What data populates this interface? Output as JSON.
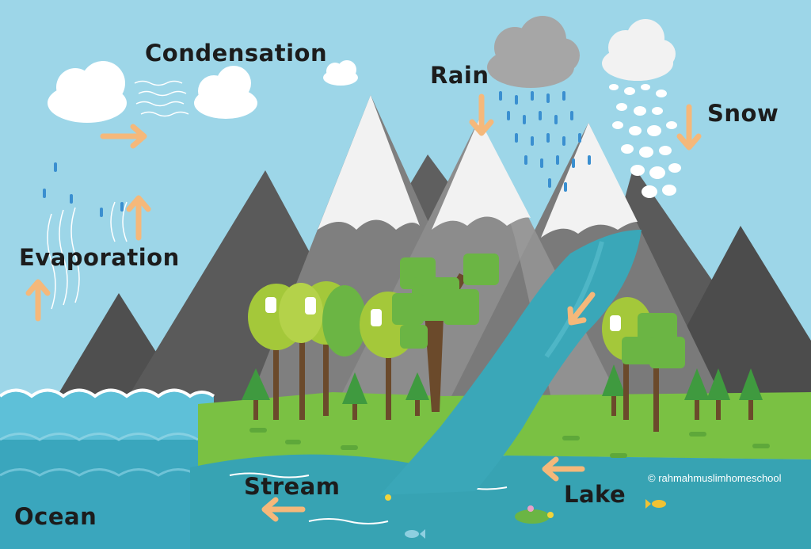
{
  "labels": {
    "condensation": "Condensation",
    "rain": "Rain",
    "snow": "Snow",
    "evaporation": "Evaporation",
    "stream": "Stream",
    "lake": "Lake",
    "ocean": "Ocean"
  },
  "credit": "© rahmahmuslimhomeschool",
  "colors": {
    "sky": "#9dd6e8",
    "ocean": "#3aa6bd",
    "grass": "#7ac143",
    "mountain_dark": "#4d4d4d",
    "mountain_mid": "#8a8a8a",
    "snowcap": "#f2f2f2",
    "river": "#37a3b3",
    "arrow": "#f5b87a",
    "tree_green": "#6bb544",
    "tree_lime": "#a4c83a",
    "trunk": "#6b4a2b",
    "pine": "#3f9a3f"
  }
}
